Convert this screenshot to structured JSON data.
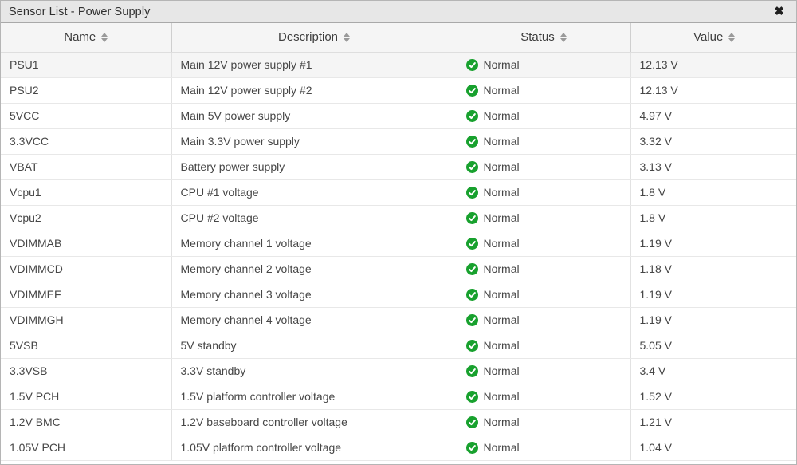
{
  "window": {
    "title": "Sensor List - Power Supply",
    "close_glyph": "✖"
  },
  "colors": {
    "status_normal_green": "#18a12e",
    "check_mark": "#ffffff"
  },
  "table": {
    "columns": [
      {
        "label": "Name"
      },
      {
        "label": "Description"
      },
      {
        "label": "Status"
      },
      {
        "label": "Value"
      }
    ],
    "rows": [
      {
        "name": "PSU1",
        "description": "Main 12V power supply #1",
        "status": "Normal",
        "value": "12.13 V"
      },
      {
        "name": "PSU2",
        "description": "Main 12V power supply #2",
        "status": "Normal",
        "value": "12.13 V"
      },
      {
        "name": "5VCC",
        "description": "Main 5V power supply",
        "status": "Normal",
        "value": "4.97 V"
      },
      {
        "name": "3.3VCC",
        "description": "Main 3.3V power supply",
        "status": "Normal",
        "value": "3.32 V"
      },
      {
        "name": "VBAT",
        "description": "Battery power supply",
        "status": "Normal",
        "value": "3.13 V"
      },
      {
        "name": "Vcpu1",
        "description": "CPU #1 voltage",
        "status": "Normal",
        "value": "1.8 V"
      },
      {
        "name": "Vcpu2",
        "description": "CPU #2 voltage",
        "status": "Normal",
        "value": "1.8 V"
      },
      {
        "name": "VDIMMAB",
        "description": "Memory channel 1 voltage",
        "status": "Normal",
        "value": "1.19 V"
      },
      {
        "name": "VDIMMCD",
        "description": "Memory channel 2 voltage",
        "status": "Normal",
        "value": "1.18 V"
      },
      {
        "name": "VDIMMEF",
        "description": "Memory channel 3 voltage",
        "status": "Normal",
        "value": "1.19 V"
      },
      {
        "name": "VDIMMGH",
        "description": "Memory channel 4 voltage",
        "status": "Normal",
        "value": "1.19 V"
      },
      {
        "name": "5VSB",
        "description": "5V standby",
        "status": "Normal",
        "value": "5.05 V"
      },
      {
        "name": "3.3VSB",
        "description": "3.3V standby",
        "status": "Normal",
        "value": "3.4 V"
      },
      {
        "name": "1.5V PCH",
        "description": "1.5V platform controller voltage",
        "status": "Normal",
        "value": "1.52 V"
      },
      {
        "name": "1.2V BMC",
        "description": "1.2V baseboard controller voltage",
        "status": "Normal",
        "value": "1.21 V"
      },
      {
        "name": "1.05V PCH",
        "description": "1.05V platform controller voltage",
        "status": "Normal",
        "value": "1.04 V"
      }
    ]
  }
}
